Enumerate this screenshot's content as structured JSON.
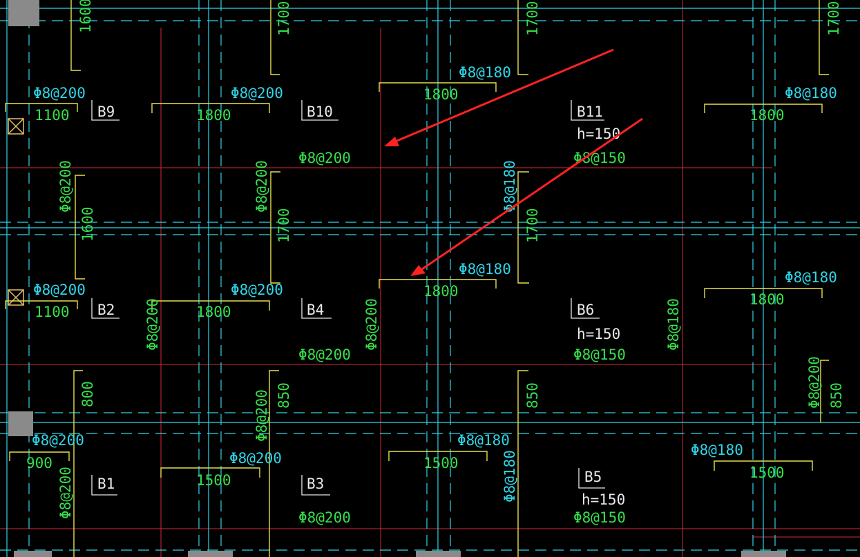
{
  "panels": [
    {
      "id": "b9",
      "label": "B9",
      "h": "",
      "rebar": ""
    },
    {
      "id": "b10",
      "label": "B10",
      "h": "",
      "rebar": "Φ8@200"
    },
    {
      "id": "b11",
      "label": "B11",
      "h": "h=150",
      "rebar": "Φ8@150"
    },
    {
      "id": "b2",
      "label": "B2",
      "h": "",
      "rebar": ""
    },
    {
      "id": "b4",
      "label": "B4",
      "h": "",
      "rebar": "Φ8@200"
    },
    {
      "id": "b6",
      "label": "B6",
      "h": "h=150",
      "rebar": "Φ8@150"
    },
    {
      "id": "b1",
      "label": "B1",
      "h": "",
      "rebar": ""
    },
    {
      "id": "b3",
      "label": "B3",
      "h": "",
      "rebar": "Φ8@200"
    },
    {
      "id": "b5",
      "label": "B5",
      "h": "h=150",
      "rebar": "Φ8@150"
    }
  ],
  "top_rebar_labels": [
    {
      "id": "r1",
      "text": "Φ8@200"
    },
    {
      "id": "r2",
      "text": "Φ8@200"
    },
    {
      "id": "r3",
      "text": "Φ8@180"
    },
    {
      "id": "r4",
      "text": "Φ8@180"
    },
    {
      "id": "r5",
      "text": "Φ8@200"
    },
    {
      "id": "r6",
      "text": "Φ8@200"
    },
    {
      "id": "r7",
      "text": "Φ8@180"
    },
    {
      "id": "r8",
      "text": "Φ8@180"
    },
    {
      "id": "r9",
      "text": "Φ8@200"
    },
    {
      "id": "r10",
      "text": "Φ8@200"
    },
    {
      "id": "r11",
      "text": "Φ8@180"
    },
    {
      "id": "r12",
      "text": "Φ8@180"
    }
  ],
  "vertical_rebar_labels": [
    {
      "id": "v1",
      "text": "Φ8@200"
    },
    {
      "id": "v2",
      "text": "Φ8@200"
    },
    {
      "id": "v3",
      "text": "Φ8@180"
    },
    {
      "id": "v4",
      "text": "Φ8@200"
    },
    {
      "id": "v5",
      "text": "Φ8@200"
    },
    {
      "id": "v6",
      "text": "Φ8@180"
    },
    {
      "id": "v7",
      "text": "Φ8@200"
    },
    {
      "id": "v8",
      "text": "Φ8@200"
    },
    {
      "id": "v9",
      "text": "Φ8@200"
    },
    {
      "id": "v10",
      "text": "Φ8@180"
    }
  ],
  "length_labels": [
    {
      "id": "d1",
      "text": "1100"
    },
    {
      "id": "d2",
      "text": "1800"
    },
    {
      "id": "d3",
      "text": "1800"
    },
    {
      "id": "d4",
      "text": "1800"
    },
    {
      "id": "d5",
      "text": "1100"
    },
    {
      "id": "d6",
      "text": "1800"
    },
    {
      "id": "d7",
      "text": "1800"
    },
    {
      "id": "d8",
      "text": "1800"
    },
    {
      "id": "d9",
      "text": "900"
    },
    {
      "id": "d10",
      "text": "1500"
    },
    {
      "id": "d11",
      "text": "1500"
    },
    {
      "id": "d12",
      "text": "1500"
    }
  ],
  "vertical_length_labels": [
    {
      "id": "u1",
      "text": "1600"
    },
    {
      "id": "u2",
      "text": "1700"
    },
    {
      "id": "u3",
      "text": "1700"
    },
    {
      "id": "u4",
      "text": "1700"
    },
    {
      "id": "u5",
      "text": "1600"
    },
    {
      "id": "u6",
      "text": "1700"
    },
    {
      "id": "u7",
      "text": "1700"
    },
    {
      "id": "u8",
      "text": "800"
    },
    {
      "id": "u9",
      "text": "850"
    },
    {
      "id": "u10",
      "text": "850"
    },
    {
      "id": "u11",
      "text": "850"
    }
  ],
  "colors": {
    "background": "#000000",
    "rebar_text": "#35e04a",
    "grid_dashed": "#2fd6e8",
    "axis_line": "#d8283a",
    "bracket": "#e8e04a",
    "arrow": "#ff2222"
  }
}
